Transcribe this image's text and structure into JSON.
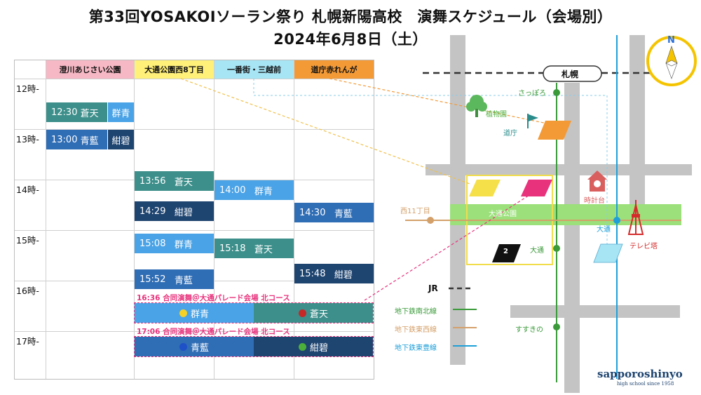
{
  "title": "第33回YOSAKOIソーラン祭り 札幌新陽高校　演舞スケジュール（会場別）",
  "date": "2024年6月8日（土）",
  "venues": [
    "澄川あじさい公園",
    "大通公園西8丁目",
    "一番街・三越前",
    "道庁赤れんが"
  ],
  "hours": [
    "12時-",
    "13時-",
    "14時-",
    "15時-",
    "16時-",
    "17時-"
  ],
  "performances": [
    {
      "time": "12:30",
      "team": "蒼天",
      "team2": "群青"
    },
    {
      "time": "13:00",
      "team": "青藍",
      "team2": "紺碧"
    },
    {
      "time": "13:56",
      "team": "蒼天"
    },
    {
      "time": "14:29",
      "team": "紺碧"
    },
    {
      "time": "15:08",
      "team": "群青"
    },
    {
      "time": "15:52",
      "team": "青藍"
    },
    {
      "time": "14:00",
      "team": "群青"
    },
    {
      "time": "15:18",
      "team": "蒼天"
    },
    {
      "time": "14:30",
      "team": "青藍"
    },
    {
      "time": "15:48",
      "team": "紺碧"
    }
  ],
  "joint": [
    {
      "label": "16:36 合同演舞＠大通パレード会場 北コース",
      "left": "群青",
      "right": "蒼天"
    },
    {
      "label": "17:06 合同演舞＠大通パレード会場 北コース",
      "left": "青藍",
      "right": "紺碧"
    }
  ],
  "map": {
    "sapporo_station": "札幌",
    "stations": [
      "さっぽろ",
      "大通",
      "大通",
      "すすきの",
      "西11丁目"
    ],
    "landmarks": [
      "植物園",
      "道庁",
      "大通公園",
      "時計台",
      "テレビ塔"
    ],
    "marker_number": "2",
    "compass": "N",
    "legend": [
      {
        "label": "JR",
        "style": "dashed",
        "color": "#333333"
      },
      {
        "label": "地下鉄南北線",
        "style": "solid",
        "color": "#3a9a3a"
      },
      {
        "label": "地下鉄東西線",
        "style": "solid",
        "color": "#d4a06a"
      },
      {
        "label": "地下鉄東豊線",
        "style": "solid",
        "color": "#1e9fd8"
      }
    ]
  },
  "brand": {
    "name": "sapporoshinyo",
    "sub": "high school  since 1958"
  },
  "colors": {
    "souten": "#3d8f8b",
    "gunjo": "#4aa3e6",
    "seiran": "#2f6db5",
    "konpeki": "#1e4470",
    "pink": "#e8327c",
    "venue1": "#f6b8c4",
    "venue2": "#fff07a",
    "venue3": "#a7e5f5",
    "venue4": "#f39a36"
  }
}
